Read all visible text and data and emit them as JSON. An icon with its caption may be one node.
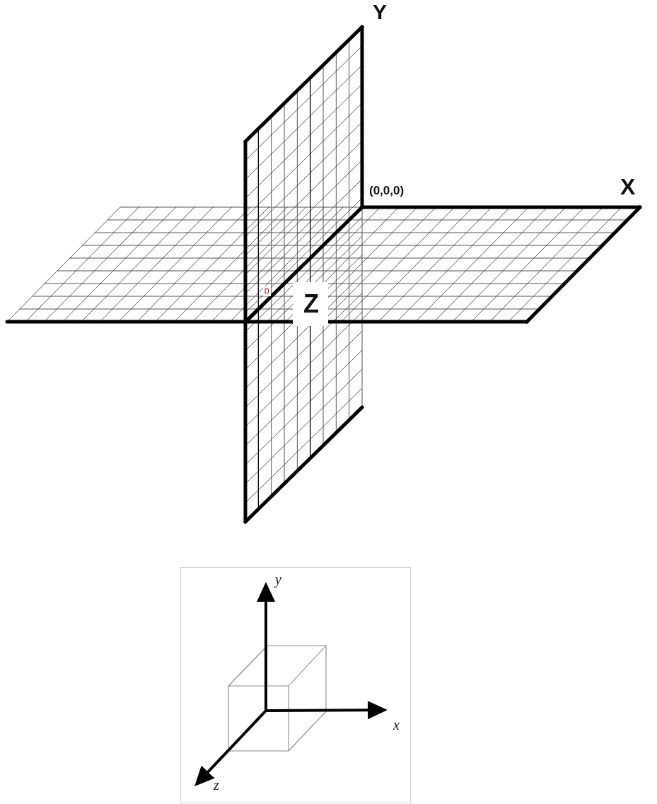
{
  "diagram": {
    "labels": [
      "Y",
      "(0,0,0)",
      "X",
      "0",
      "Z",
      "y",
      "x",
      "z"
    ]
  }
}
